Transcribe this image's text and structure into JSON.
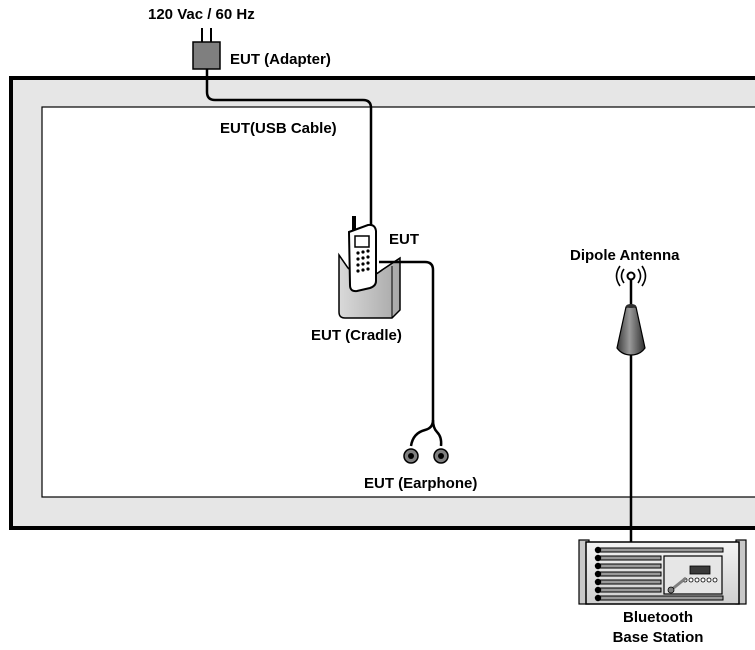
{
  "labels": {
    "power": "120 Vac / 60 Hz",
    "adapter": "EUT (Adapter)",
    "usb_cable": "EUT(USB Cable)",
    "eut": "EUT",
    "cradle": "EUT (Cradle)",
    "earphone": "EUT (Earphone)",
    "antenna": "Dipole Antenna",
    "base_station_line1": "Bluetooth",
    "base_station_line2": "Base Station"
  },
  "colors": {
    "chamber_wall": "#e6e6e6",
    "outline": "#000000",
    "device_gray": "#7f7f7f"
  }
}
